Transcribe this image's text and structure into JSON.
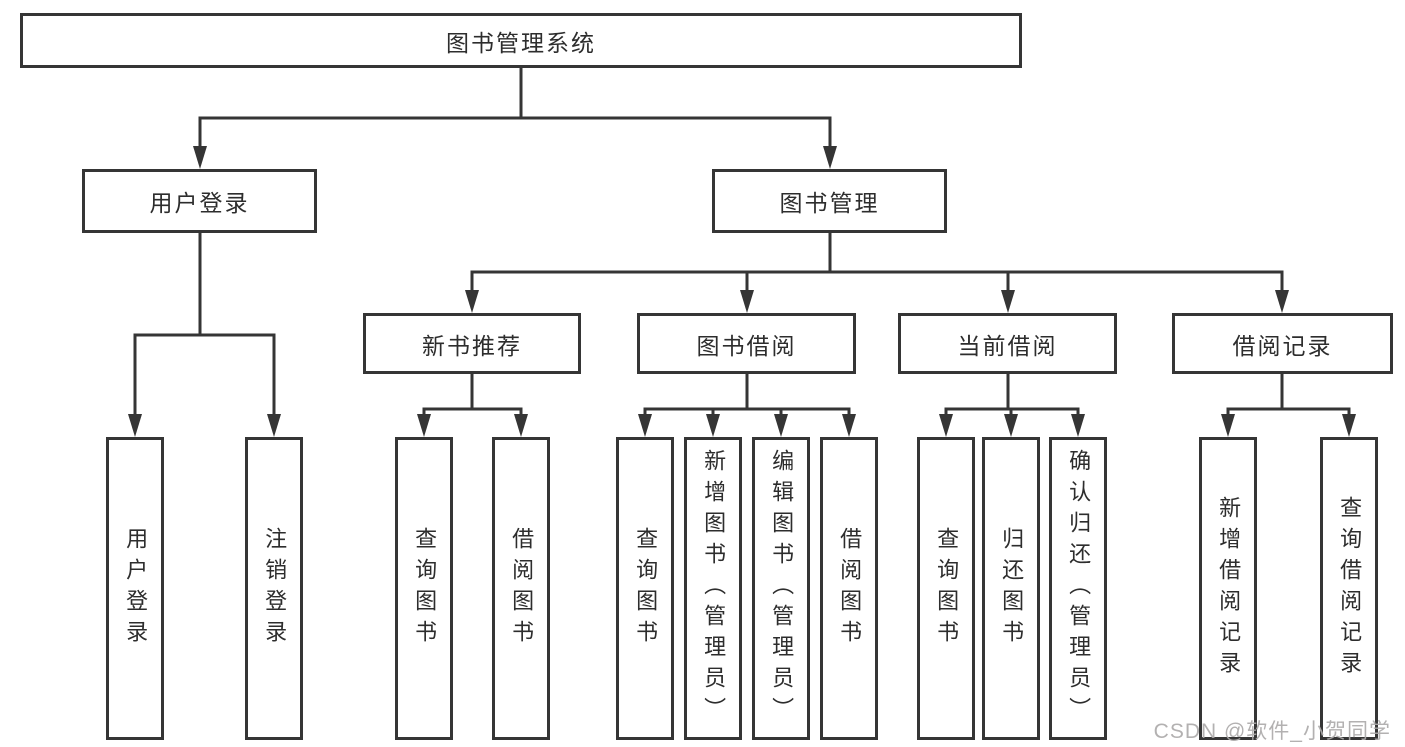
{
  "tree": {
    "root": "图书管理系统",
    "children": [
      {
        "label": "用户登录",
        "children": [
          {
            "label": "用户登录"
          },
          {
            "label": "注销登录"
          }
        ]
      },
      {
        "label": "图书管理",
        "children": [
          {
            "label": "新书推荐",
            "children": [
              {
                "label": "查询图书"
              },
              {
                "label": "借阅图书"
              }
            ]
          },
          {
            "label": "图书借阅",
            "children": [
              {
                "label": "查询图书"
              },
              {
                "label": "新增图书（管理员）"
              },
              {
                "label": "编辑图书（管理员）"
              },
              {
                "label": "借阅图书"
              }
            ]
          },
          {
            "label": "当前借阅",
            "children": [
              {
                "label": "查询图书"
              },
              {
                "label": "归还图书"
              },
              {
                "label": "确认归还（管理员）"
              }
            ]
          },
          {
            "label": "借阅记录",
            "children": [
              {
                "label": "新增借阅记录"
              },
              {
                "label": "查询借阅记录"
              }
            ]
          }
        ]
      }
    ]
  },
  "watermark": {
    "text": "CSDN @软件_小贺同学"
  },
  "colors": {
    "line": "#353535",
    "box_border": "#353535",
    "text": "#2d2d2d",
    "background": "#ffffff",
    "watermark": "#acaaaa"
  }
}
